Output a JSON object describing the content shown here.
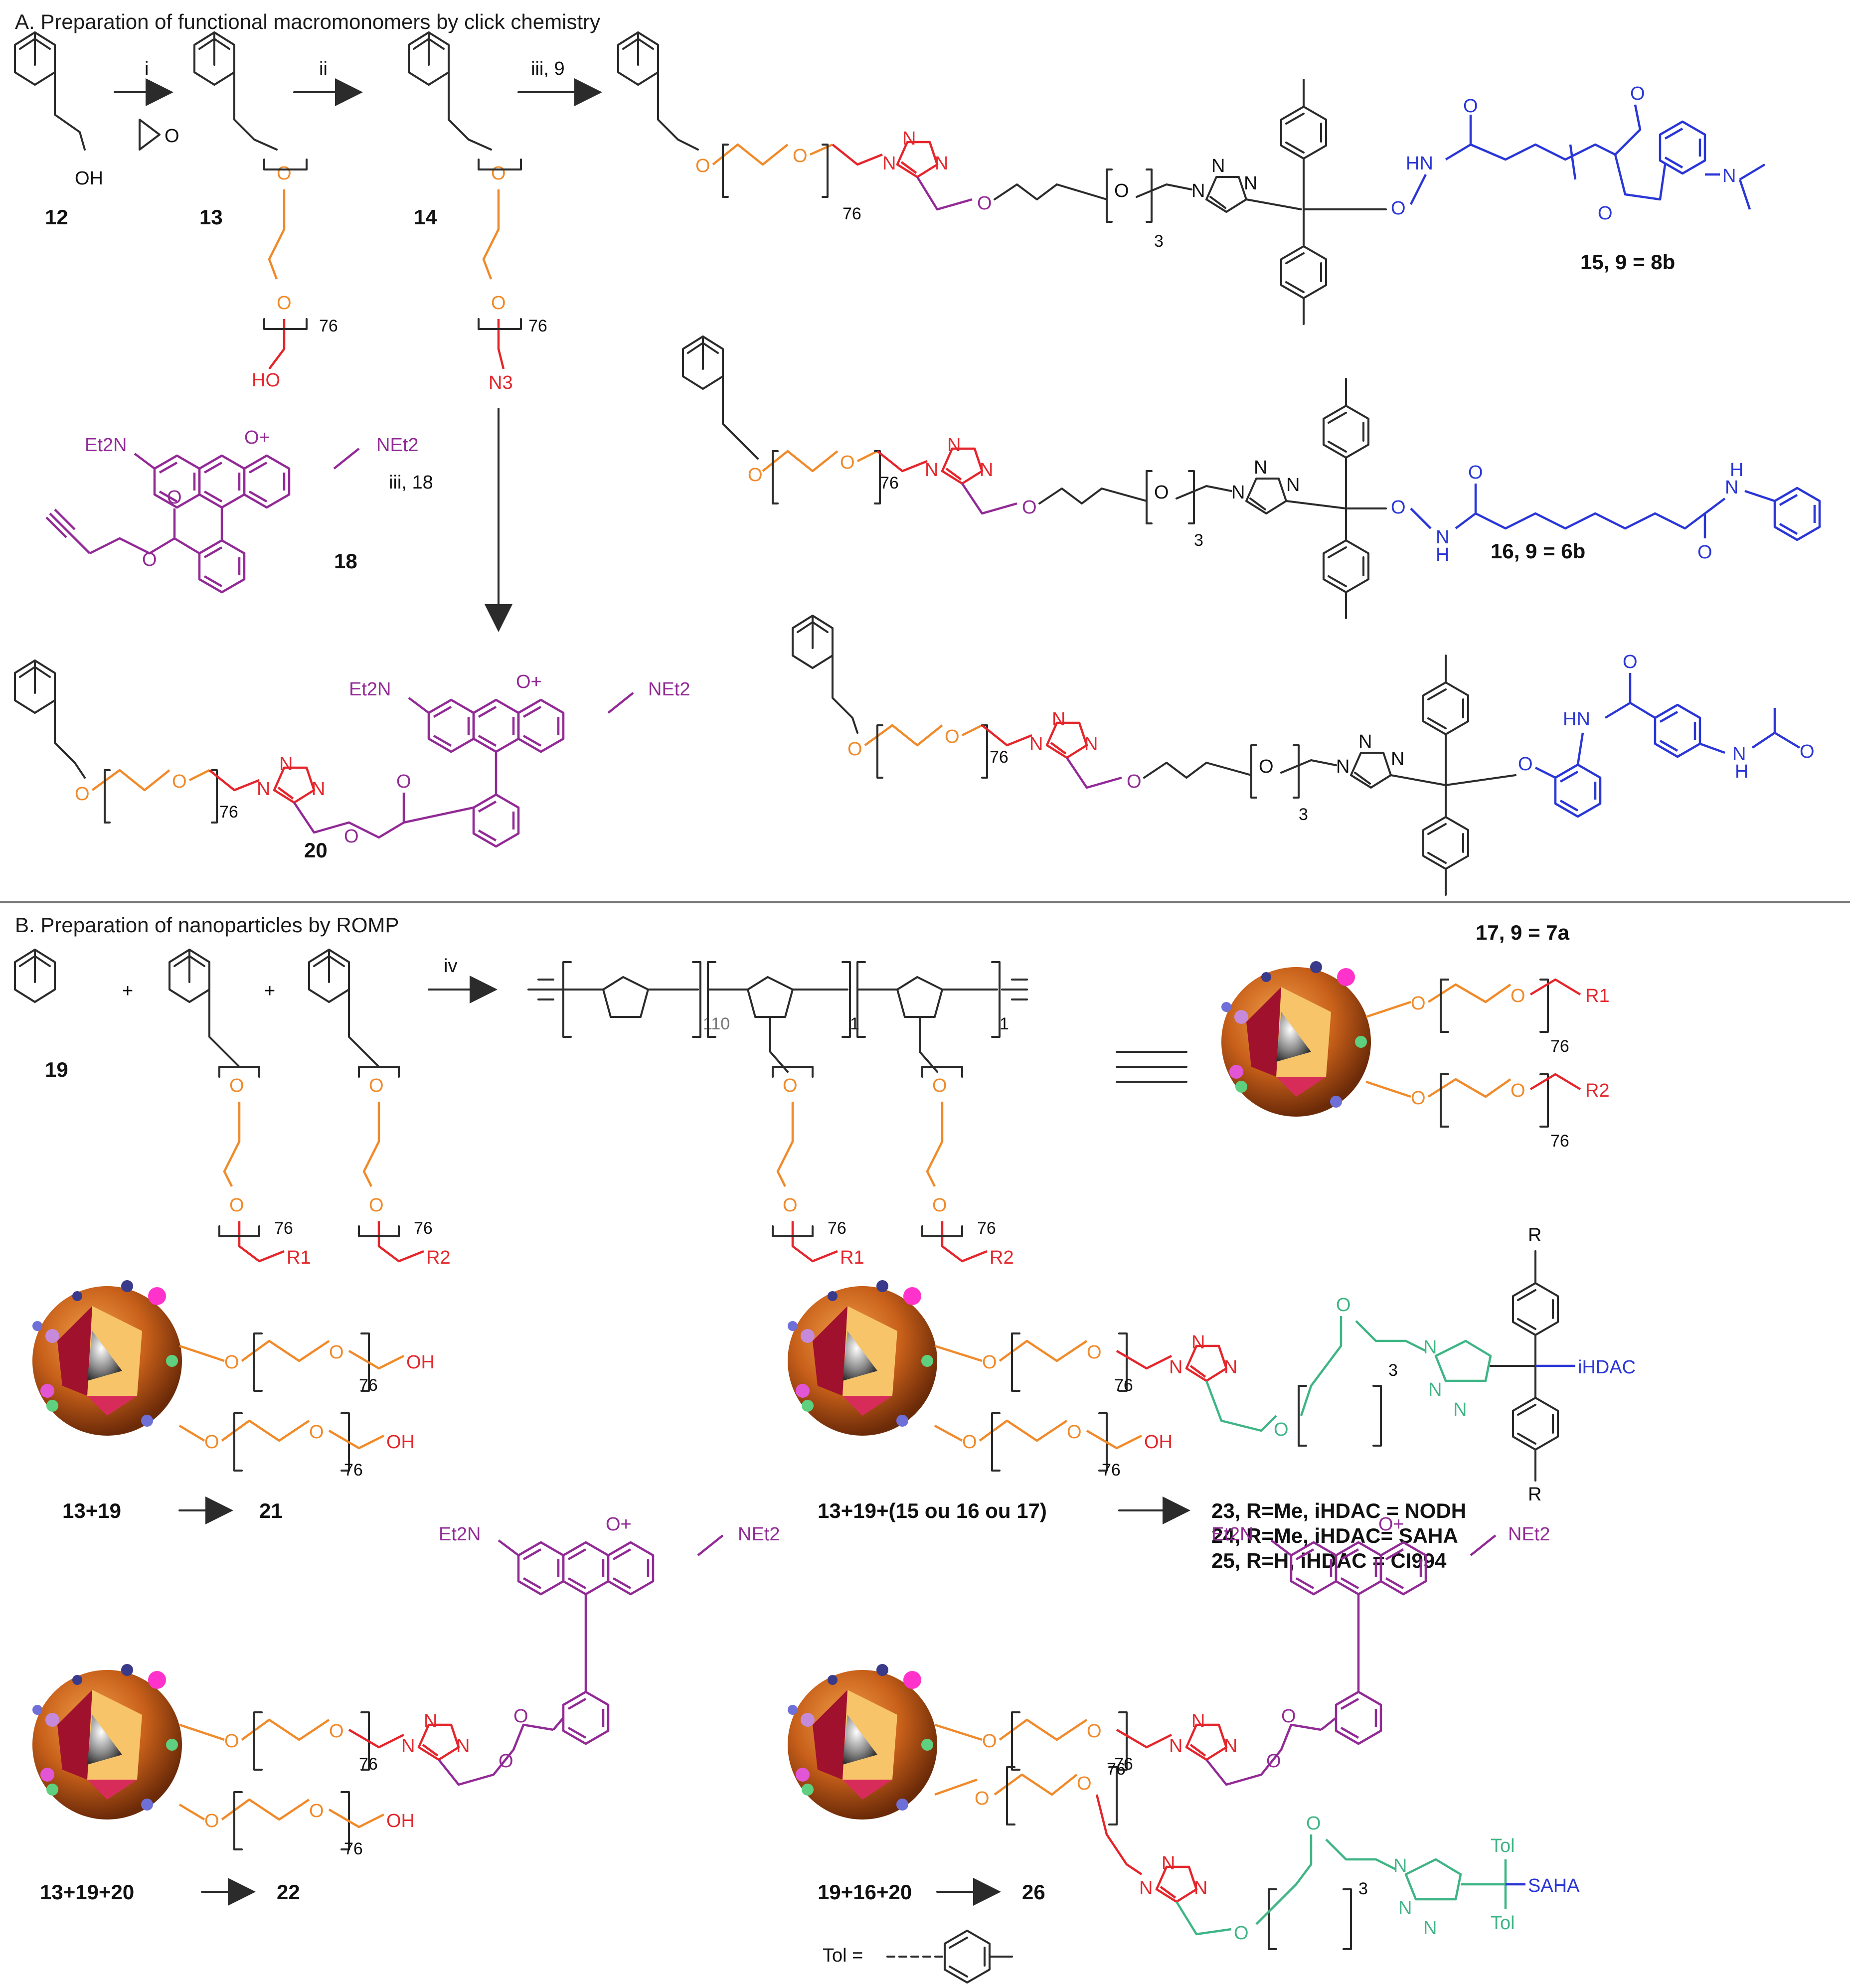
{
  "sections": {
    "a": "A. Preparation of functional macromonomers by click chemistry",
    "b": "B. Preparation of nanoparticles by ROMP"
  },
  "reagents": {
    "i": "i",
    "ii": "ii",
    "iii9": "iii, 9",
    "iii18": "iii, 18",
    "iv": "iv"
  },
  "atoms": {
    "OH": "OH",
    "HO": "HO",
    "O": "O",
    "N": "N",
    "N3": "N3",
    "NEt2": "NEt2",
    "Et2N": "Et2N",
    "Oplus": "O+",
    "HN": "HN",
    "H": "H",
    "R": "R",
    "R1": "R1",
    "R2": "R2",
    "iHDAC": "iHDAC",
    "SAHA": "SAHA",
    "Tol": "Tol"
  },
  "repeats": {
    "n76": "76",
    "n3": "3",
    "n110": "110",
    "n1": "1"
  },
  "compounds": {
    "c12": "12",
    "c13": "13",
    "c14": "14",
    "c18": "18",
    "c19": "19",
    "c20": "20",
    "c15": "15, 9 = 8b",
    "c16": "16, 9 = 6b",
    "c17": "17, 9 = 7a",
    "c21": "21",
    "c22": "22",
    "c26": "26"
  },
  "reactions": {
    "r21": "13+19",
    "r22": "13+19+20",
    "r23": "13+19+(15 ou 16 ou 17)",
    "r26": "19+16+20"
  },
  "products": {
    "p23": "23, R=Me, iHDAC = NODH",
    "p24": "24, R=Me, iHDAC= SAHA",
    "p25": "25, R=H, iHDAC = CI994"
  },
  "tol_def": "Tol ="
}
